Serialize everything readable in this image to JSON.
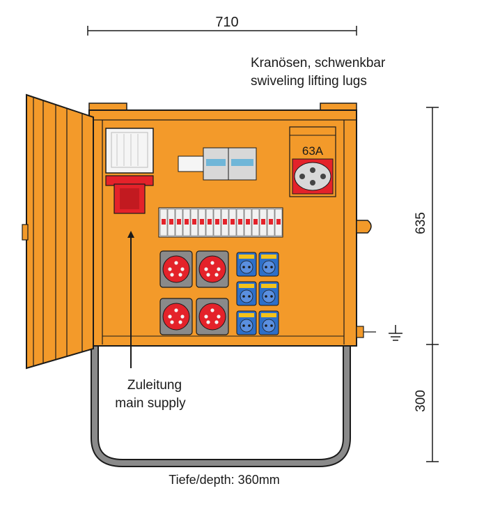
{
  "dimensions": {
    "width": "710",
    "height_cabinet": "635",
    "height_frame": "300",
    "depth": "Tiefe/depth: 360mm"
  },
  "annotations": {
    "lifting_de": "Kranösen, schwenkbar",
    "lifting_en": "swiveling lifting lugs",
    "supply_de": "Zuleitung",
    "supply_en": "main supply"
  },
  "components": {
    "main_switch_rating": "63A"
  },
  "colors": {
    "cabinet_orange": "#f39a2a",
    "outline": "#1a1a1a",
    "cee_red": "#e4222a",
    "schuko_blue": "#2e6fc8",
    "frame_gray": "#8a8a8a"
  },
  "icons": {
    "earth": "ground-icon",
    "arrow": "arrow-up-icon"
  }
}
